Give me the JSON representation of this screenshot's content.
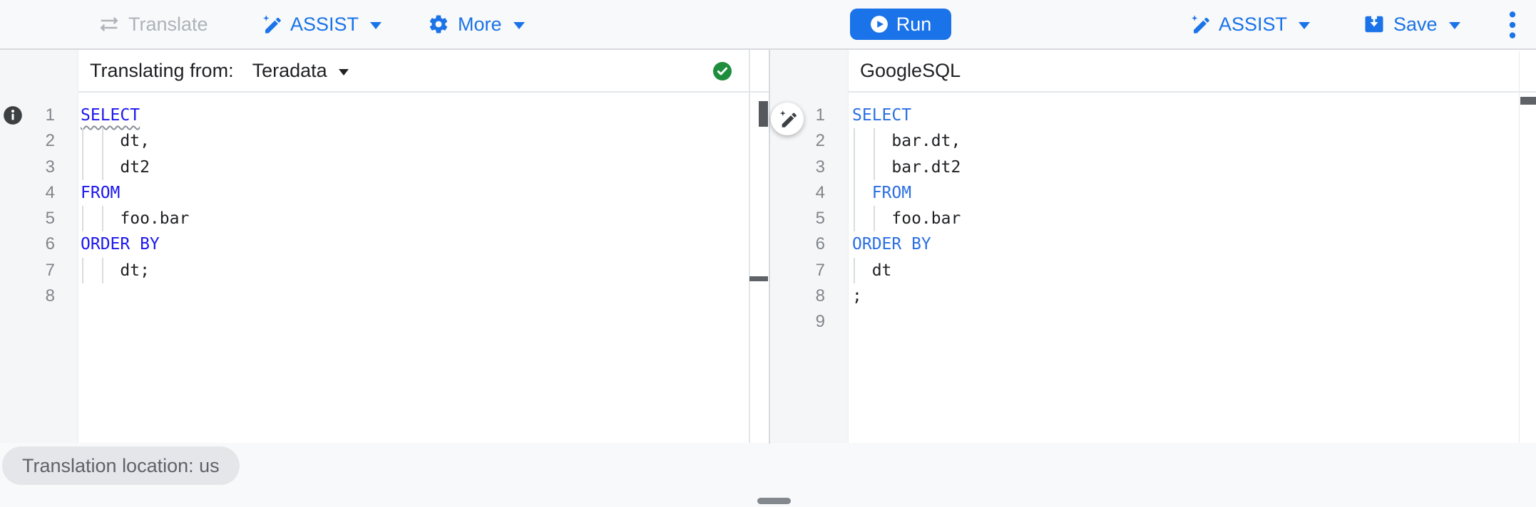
{
  "toolbar": {
    "translate_label": "Translate",
    "assist_label": "ASSIST",
    "more_label": "More",
    "run_label": "Run",
    "save_label": "Save"
  },
  "left_editor": {
    "header_label": "Translating from:",
    "dialect_selected": "Teradata",
    "status": "translation-success",
    "lines": [
      {
        "num": "1",
        "guides": [],
        "segments": [
          {
            "text": "SELECT",
            "type": "keyword",
            "underline": true
          }
        ]
      },
      {
        "num": "2",
        "guides": [
          0,
          2
        ],
        "segments": [
          {
            "text": "    dt,",
            "type": "plain"
          }
        ]
      },
      {
        "num": "3",
        "guides": [
          0,
          2
        ],
        "segments": [
          {
            "text": "    dt2",
            "type": "plain"
          }
        ]
      },
      {
        "num": "4",
        "guides": [],
        "segments": [
          {
            "text": "FROM",
            "type": "keyword"
          }
        ]
      },
      {
        "num": "5",
        "guides": [
          0,
          2
        ],
        "segments": [
          {
            "text": "    foo.bar",
            "type": "plain"
          }
        ]
      },
      {
        "num": "6",
        "guides": [],
        "segments": [
          {
            "text": "ORDER BY",
            "type": "keyword"
          }
        ]
      },
      {
        "num": "7",
        "guides": [
          0,
          2
        ],
        "segments": [
          {
            "text": "    dt;",
            "type": "plain"
          }
        ]
      },
      {
        "num": "8",
        "guides": [],
        "segments": []
      }
    ]
  },
  "right_editor": {
    "header_label": "GoogleSQL",
    "lines": [
      {
        "num": "1",
        "guides": [],
        "segments": [
          {
            "text": "SELECT",
            "type": "keyword"
          }
        ]
      },
      {
        "num": "2",
        "guides": [
          0,
          2
        ],
        "segments": [
          {
            "text": "    bar.dt,",
            "type": "plain"
          }
        ]
      },
      {
        "num": "3",
        "guides": [
          0,
          2
        ],
        "segments": [
          {
            "text": "    bar.dt2",
            "type": "plain"
          }
        ]
      },
      {
        "num": "4",
        "guides": [
          0
        ],
        "segments": [
          {
            "text": "  ",
            "type": "plain"
          },
          {
            "text": "FROM",
            "type": "keyword"
          }
        ]
      },
      {
        "num": "5",
        "guides": [
          0,
          2
        ],
        "segments": [
          {
            "text": "    foo.bar",
            "type": "plain"
          }
        ]
      },
      {
        "num": "6",
        "guides": [],
        "segments": [
          {
            "text": "ORDER BY",
            "type": "keyword"
          }
        ]
      },
      {
        "num": "7",
        "guides": [
          0
        ],
        "segments": [
          {
            "text": "  dt",
            "type": "plain"
          }
        ]
      },
      {
        "num": "8",
        "guides": [],
        "segments": [
          {
            "text": ";",
            "type": "plain"
          }
        ]
      },
      {
        "num": "9",
        "guides": [],
        "segments": []
      }
    ]
  },
  "footer": {
    "location_label": "Translation location: us"
  },
  "icons": {
    "translate": "swap-arrows-icon",
    "assist": "pen-sparkle-icon",
    "more": "gear-icon",
    "run": "play-circle-icon",
    "save": "save-box-arrow-icon",
    "overflow": "kebab-menu-icon",
    "left_gutter": "info-icon",
    "left_status": "green-check-icon",
    "fab": "pen-sparkle-icon"
  },
  "colors": {
    "accent_blue": "#1a73e8",
    "keyword_blue_left": "#1c17ee",
    "keyword_blue_right": "#2b6fe3",
    "code_text": "#202124",
    "line_number": "#80868b",
    "disabled_gray": "#adb3b9",
    "success_green": "#1e8e3e",
    "toolbar_bg": "#f8f9fa",
    "gutter_bg": "#f5f6f8",
    "pill_bg": "#e4e6e9",
    "pill_text": "#5f6368"
  }
}
